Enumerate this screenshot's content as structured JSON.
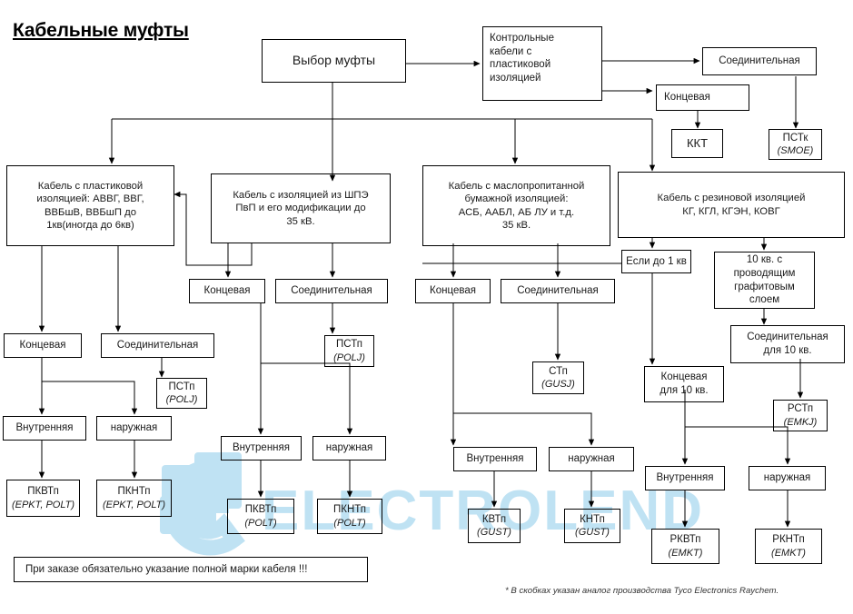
{
  "page": {
    "title": "Кабельные муфты",
    "footnote": "* В скобках указан аналог производства Tyco Electronics Raychem.",
    "watermark": "ELECTROLEND",
    "watermark_color": "#bfe2f3",
    "line_color": "#000000",
    "background": "#ffffff"
  },
  "nodes": {
    "root": {
      "label": "Выбор муфты"
    },
    "control_cable": {
      "label": "Контрольные\nкабели  с\nпластиковой\nизоляцией"
    },
    "ctrl_splice": {
      "label": "Соединительная"
    },
    "ctrl_term": {
      "label": "Концевая"
    },
    "kkt": {
      "label": "ККТ"
    },
    "pstk": {
      "label": "ПСТк",
      "sub": "(SMOE)"
    },
    "cat_plastic": {
      "label": "Кабель с пластиковой\nизоляцией: АВВГ, ВВГ,\nВВБшВ, ВВБшП до\n1кв(иногда до 6кв)"
    },
    "cat_shpe": {
      "label": "Кабель с изоляцией из ШПЭ\nПвП и его модификации до\n35 кВ."
    },
    "cat_paper": {
      "label": "Кабель с маслопропитанной\nбумажной изоляцией:\nАСБ, ААБЛ, АБ ЛУ и т.д.\n35 кВ."
    },
    "cat_rubber": {
      "label": "Кабель с резиновой  изоляцией\nКГ, КГЛ, КГЭН, КОВГ"
    },
    "p_term": {
      "label": "Концевая"
    },
    "p_splice": {
      "label": "Соединительная"
    },
    "p_pstp": {
      "label": "ПСТп",
      "sub": "(POLJ)"
    },
    "p_inner": {
      "label": "Внутренняя"
    },
    "p_outer": {
      "label": "наружная"
    },
    "p_pkvtp": {
      "label": "ПКВТп",
      "sub": "(EPKT, POLT)"
    },
    "p_pknhtp": {
      "label": "ПКНТп",
      "sub": "(EPKT, POLT)"
    },
    "s_term": {
      "label": "Концевая"
    },
    "s_splice": {
      "label": "Соединительная"
    },
    "s_pstp": {
      "label": "ПСТп",
      "sub": "(POLJ)"
    },
    "s_inner": {
      "label": "Внутренняя"
    },
    "s_outer": {
      "label": "наружная"
    },
    "s_pkvtp": {
      "label": "ПКВТп",
      "sub": "(POLT)"
    },
    "s_pknhtp": {
      "label": "ПКНТп",
      "sub": "(POLT)"
    },
    "b_term": {
      "label": "Концевая"
    },
    "b_splice": {
      "label": "Соединительная"
    },
    "b_stp": {
      "label": "СТп",
      "sub": "(GUSJ)"
    },
    "b_inner": {
      "label": "Внутренняя"
    },
    "b_outer": {
      "label": "наружная"
    },
    "b_kvtp": {
      "label": "КВТп",
      "sub": "(GUST)"
    },
    "b_knhtp": {
      "label": "КНТп",
      "sub": "(GUST)"
    },
    "r_if1kv": {
      "label": "Если до 1 кв"
    },
    "r_10kv_graph": {
      "label": "10 кв. с\nпроводящим\nграфитовым\nслоем"
    },
    "r_term10": {
      "label": "Концевая\nдля  10 кв."
    },
    "r_splice10": {
      "label": "Соединительная\nдля  10 кв."
    },
    "r_pstp": {
      "label": "РСТп",
      "sub": "(EMKJ)"
    },
    "r_inner": {
      "label": "Внутренняя"
    },
    "r_outer": {
      "label": "наружная"
    },
    "r_pkvtp": {
      "label": "РКВТп",
      "sub": "(EMKT)"
    },
    "r_pknhtp": {
      "label": "РКНТп",
      "sub": "(EMKT)"
    },
    "note": {
      "label": "При заказе обязательно указание полной марки кабеля !!!"
    }
  }
}
